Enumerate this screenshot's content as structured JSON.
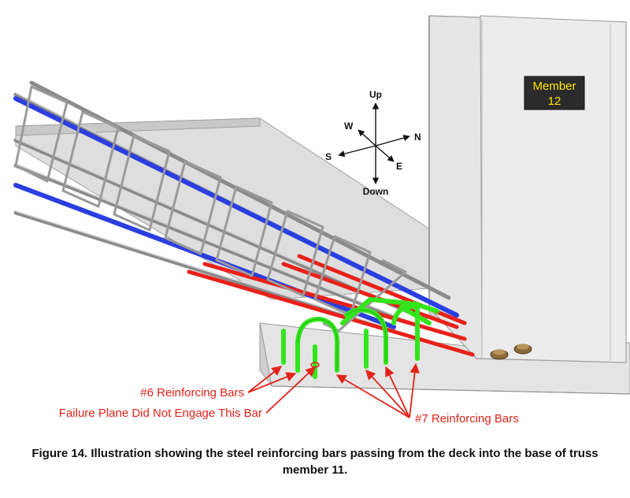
{
  "figure": {
    "caption": "Figure 14. Illustration showing the steel reinforcing bars passing from the deck into the base of truss member 11."
  },
  "member_sign": {
    "line1": "Member",
    "line2": "12"
  },
  "compass": {
    "up": "Up",
    "down": "Down",
    "north": "N",
    "south": "S",
    "east": "E",
    "west": "W"
  },
  "callouts": {
    "bars_6": "#6 Reinforcing Bars",
    "failure_plane": "Failure Plane Did Not Engage This Bar",
    "bars_7": "#7 Reinforcing Bars"
  },
  "colors": {
    "callout": "#e2231a",
    "rebar_red": "#e8211a",
    "rebar_blue": "#2b3fe0",
    "rebar_green": "#33e51c",
    "sign_text": "#ffe600",
    "sign_bg": "#2b2b2b"
  }
}
